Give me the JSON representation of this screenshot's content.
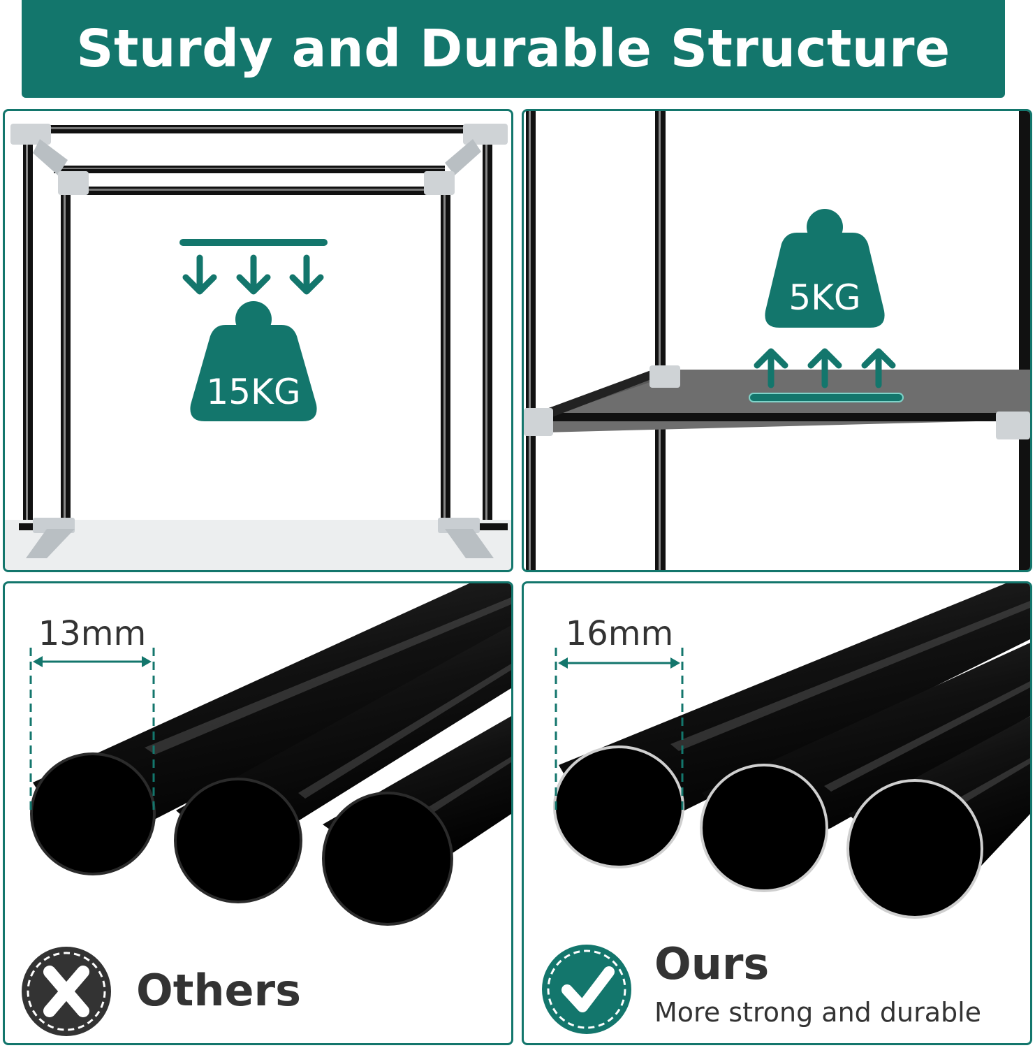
{
  "banner": {
    "title": "Sturdy and Durable Structure"
  },
  "load_top": {
    "value": "15KG"
  },
  "load_shelf": {
    "value": "5KG"
  },
  "others": {
    "diameter": "13mm",
    "label": "Others"
  },
  "ours": {
    "diameter": "16mm",
    "label": "Ours",
    "subtitle": "More strong and durable"
  },
  "colors": {
    "accent": "#13766c",
    "text": "#333333",
    "pipe": "#0d0d0d",
    "shelf": "#6e6e6e"
  },
  "icons": {
    "reject": "x-badge-icon",
    "approve": "check-badge-icon",
    "weight": "weight-icon"
  }
}
